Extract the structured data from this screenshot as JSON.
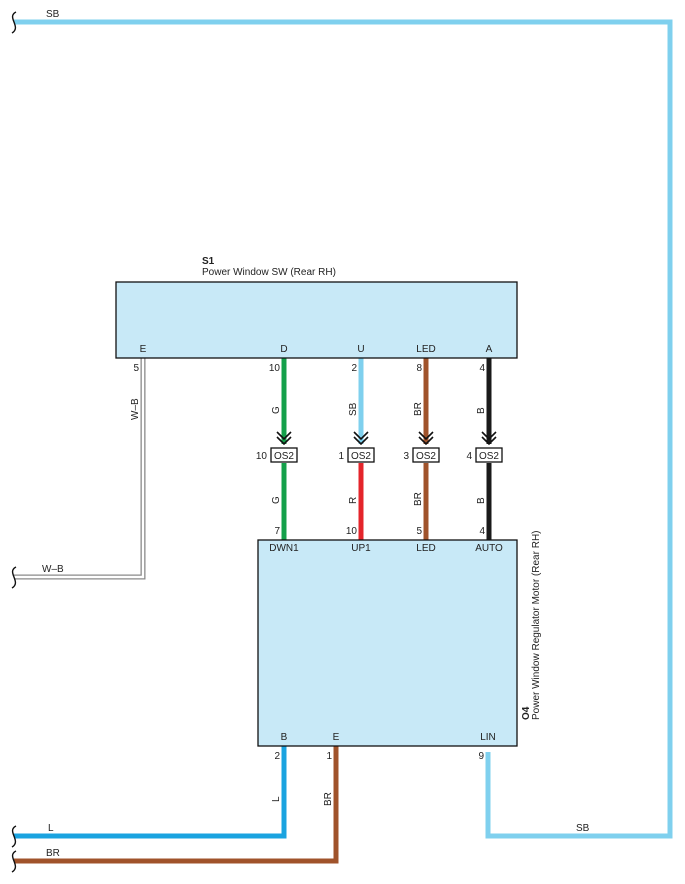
{
  "colors": {
    "SB": "#7fd0ee",
    "G": "#14a04a",
    "R": "#e4252b",
    "BR": "#a0532b",
    "B": "#1a1a1a",
    "L": "#1aa3e0",
    "W-B": "#9a9a9a",
    "component_fill": "#c8e9f7",
    "component_stroke": "#111111"
  },
  "top_wire": {
    "label_left": "SB"
  },
  "switch": {
    "code": "S1",
    "name": "Power Window SW (Rear RH)",
    "terminals": [
      {
        "name": "E",
        "pin": "5"
      },
      {
        "name": "D",
        "pin": "10"
      },
      {
        "name": "U",
        "pin": "2"
      },
      {
        "name": "LED",
        "pin": "8"
      },
      {
        "name": "A",
        "pin": "4"
      }
    ]
  },
  "ground_wire": {
    "label_vertical": "W–B",
    "label_left": "W–B"
  },
  "connectors": [
    {
      "upper_color": "G",
      "lower_color": "G",
      "pin_left": "10",
      "name": "OS2"
    },
    {
      "upper_color": "SB",
      "lower_color": "R",
      "pin_left": "1",
      "name": "OS2"
    },
    {
      "upper_color": "BR",
      "lower_color": "BR",
      "pin_left": "3",
      "name": "OS2"
    },
    {
      "upper_color": "B",
      "lower_color": "B",
      "pin_left": "4",
      "name": "OS2"
    }
  ],
  "motor": {
    "code": "O4",
    "name": "Power Window Regulator Motor (Rear RH)",
    "top_terminals": [
      {
        "name": "DWN1",
        "pin": "7"
      },
      {
        "name": "UP1",
        "pin": "10"
      },
      {
        "name": "LED",
        "pin": "5"
      },
      {
        "name": "AUTO",
        "pin": "4"
      }
    ],
    "bottom_terminals": [
      {
        "name": "B",
        "pin": "2",
        "color": "L"
      },
      {
        "name": "E",
        "pin": "1",
        "color": "BR"
      },
      {
        "name": "LIN",
        "pin": "9",
        "color": "SB"
      }
    ]
  },
  "bottom_wires": {
    "L_label": "L",
    "BR_label": "BR",
    "SB_label": "SB"
  }
}
